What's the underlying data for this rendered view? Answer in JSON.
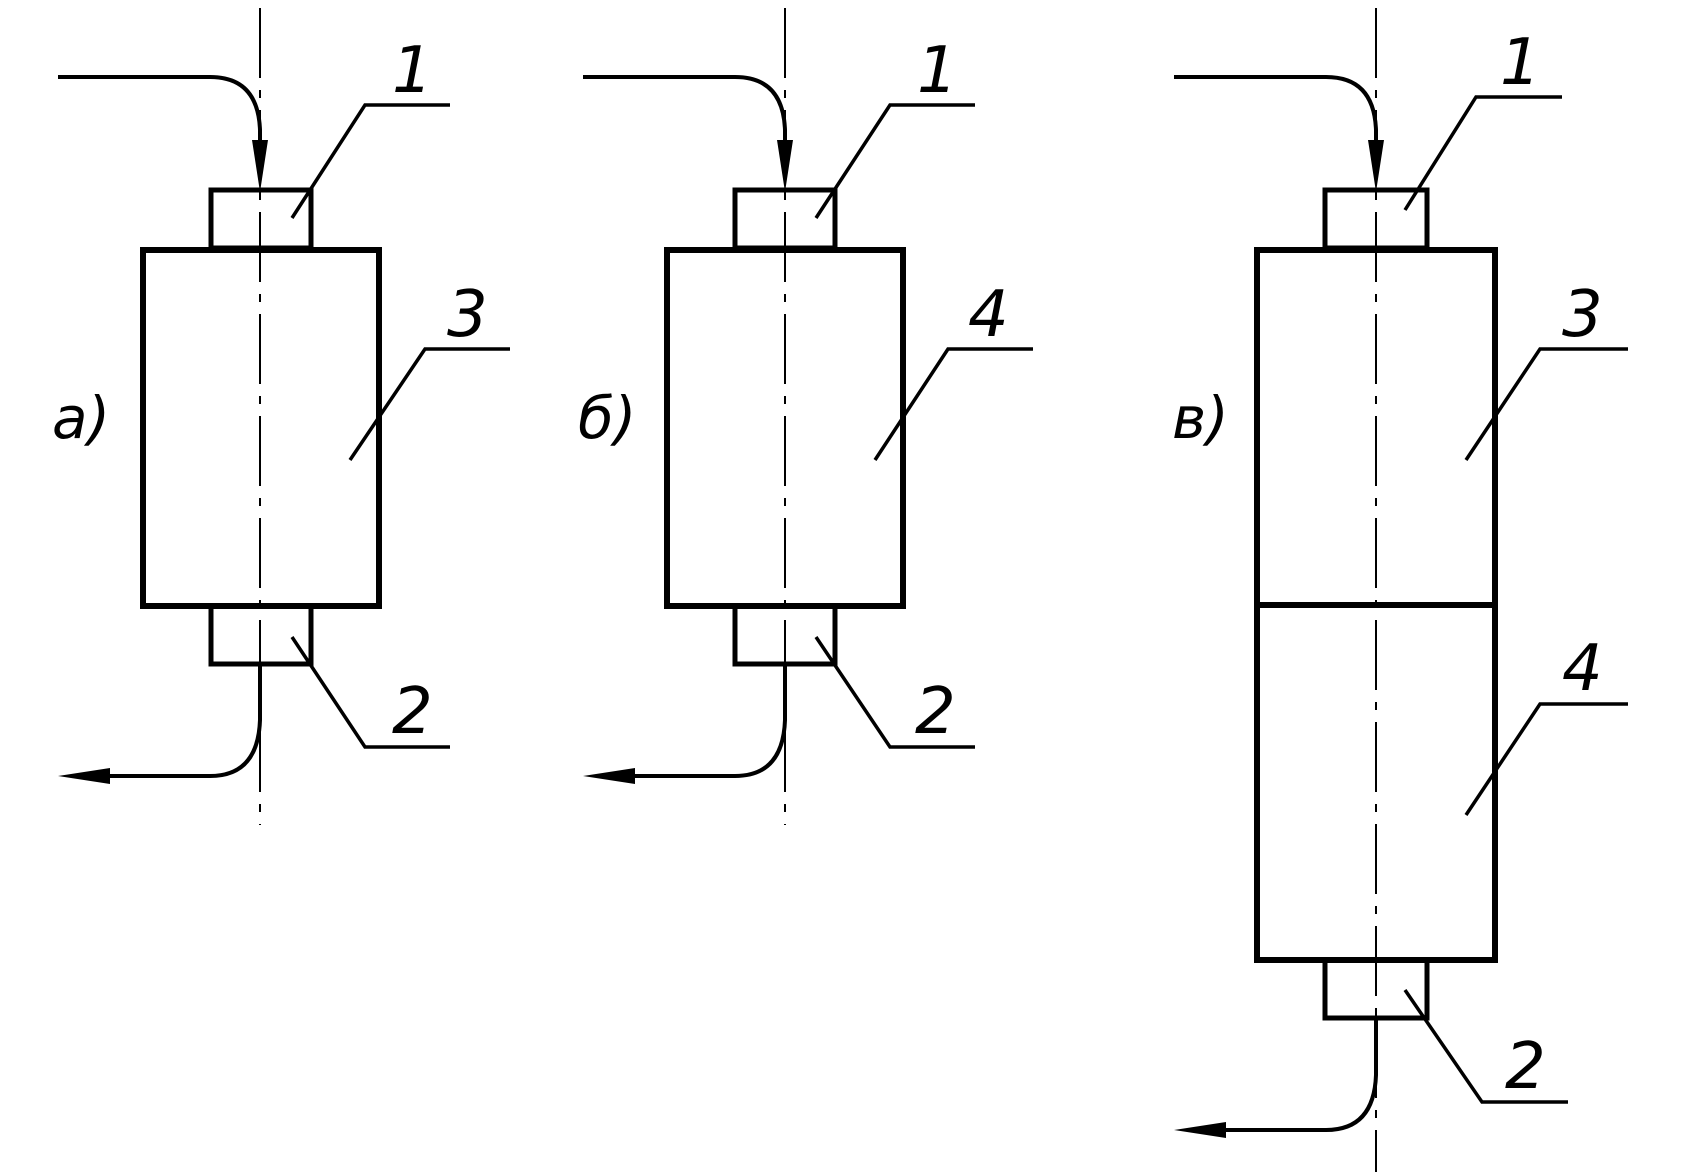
{
  "figure": {
    "views": [
      {
        "id": "a",
        "label": "а)",
        "callouts": {
          "inlet": "1",
          "outlet": "2",
          "body": "3"
        }
      },
      {
        "id": "b",
        "label": "б)",
        "callouts": {
          "inlet": "1",
          "outlet": "2",
          "body": "4"
        }
      },
      {
        "id": "c",
        "label": "в)",
        "callouts": {
          "inlet": "1",
          "outlet": "2",
          "upper": "3",
          "lower": "4"
        }
      }
    ]
  },
  "colors": {
    "stroke": "#000000",
    "background": "#ffffff"
  }
}
